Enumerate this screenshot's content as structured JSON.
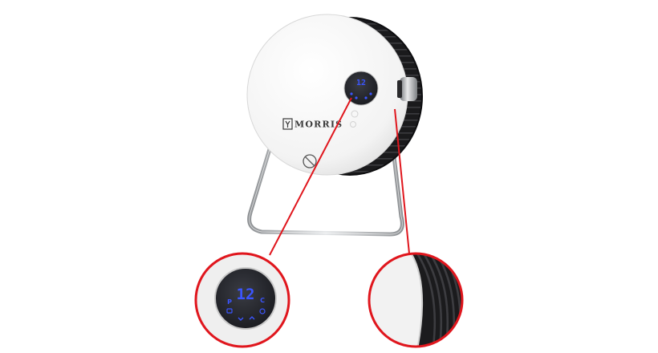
{
  "product": {
    "brand_name": "MORRIS",
    "display_value": "12",
    "button_left_label": "P",
    "button_right_label": "C"
  },
  "colors": {
    "body_white": "#f4f4f4",
    "body_black": "#1c1c1e",
    "display_blue": "#3b55ff",
    "callout_red": "#e0161d",
    "stand_chrome": "#b9bcc0"
  }
}
